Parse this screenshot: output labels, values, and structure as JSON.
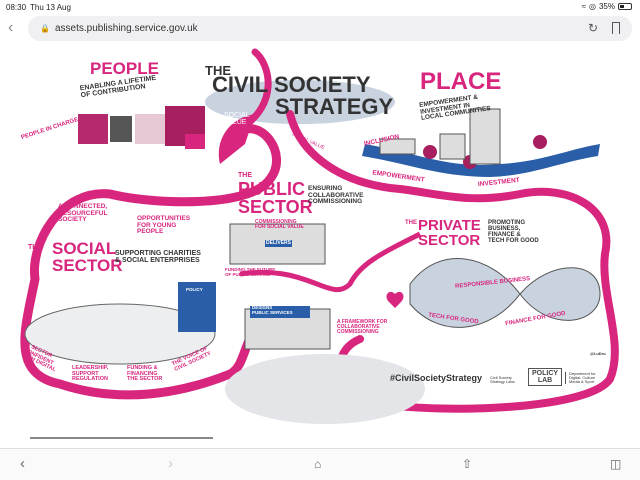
{
  "status_bar": {
    "time": "08:30",
    "date": "Thu 13 Aug",
    "battery": "35%",
    "battery_level": 0.35
  },
  "browser": {
    "url": "assets.publishing.service.gov.uk"
  },
  "illustration": {
    "title_the": "The",
    "title_line1": "Civil Society",
    "title_line2": "Strategy",
    "social_value": "Social Value",
    "social_value_small": "Social Value",
    "people": {
      "heading": "People",
      "subtitle": "Enabling a lifetime\nof contribution",
      "people_in_charge": "People in charge",
      "connected": "A connected,\nresourceful\nsociety",
      "opportunities": "Opportunities\nfor young\npeople"
    },
    "place": {
      "heading": "Place",
      "subtitle": "Empowerment &\ninvestment in\nlocal communities",
      "inclusion": "Inclusion",
      "empowerment": "Empowerment",
      "investment": "Investment"
    },
    "public_sector": {
      "the": "The",
      "heading": "Public\nSector",
      "subtitle": "Ensuring\ncollaborative\ncommissioning",
      "commissioning": "Commissioning\nfor social value",
      "delivers": "Delivers",
      "funding": "Funding the future\nof public service",
      "designs": "Designs\npublic services",
      "framework": "A framework for\ncollaborative\ncommissioning"
    },
    "social_sector": {
      "the": "The",
      "heading": "Social\nSector",
      "subtitle": "Supporting charities\n& social enterprises",
      "digital": "A sector\nconfident\nwith digital",
      "leadership": "Leadership,\nsupport\nregulation",
      "funding": "Funding &\nfinancing\nthe sector",
      "voice": "The voice of\ncivil society",
      "policy": "Policy"
    },
    "private_sector": {
      "the": "The",
      "heading": "Private\nSector",
      "subtitle": "Promoting\nbusiness,\nfinance &\ntech for good",
      "responsible": "Responsible business",
      "tech": "Tech for good",
      "finance": "Finance for good"
    },
    "hashtag": "#CivilSocietyStrategy",
    "credit": "@LuDro",
    "logos": {
      "labs": "Civil Society\nStrategy Labs",
      "policy_lab": "Policy\nLab",
      "dcms": "Department for\nDigital, Culture\nMedia & Sport"
    }
  },
  "colors": {
    "accent": "#d8267e",
    "river": "#d8267e",
    "blob": "#c9d3e0",
    "road": "#2a5ea8"
  }
}
